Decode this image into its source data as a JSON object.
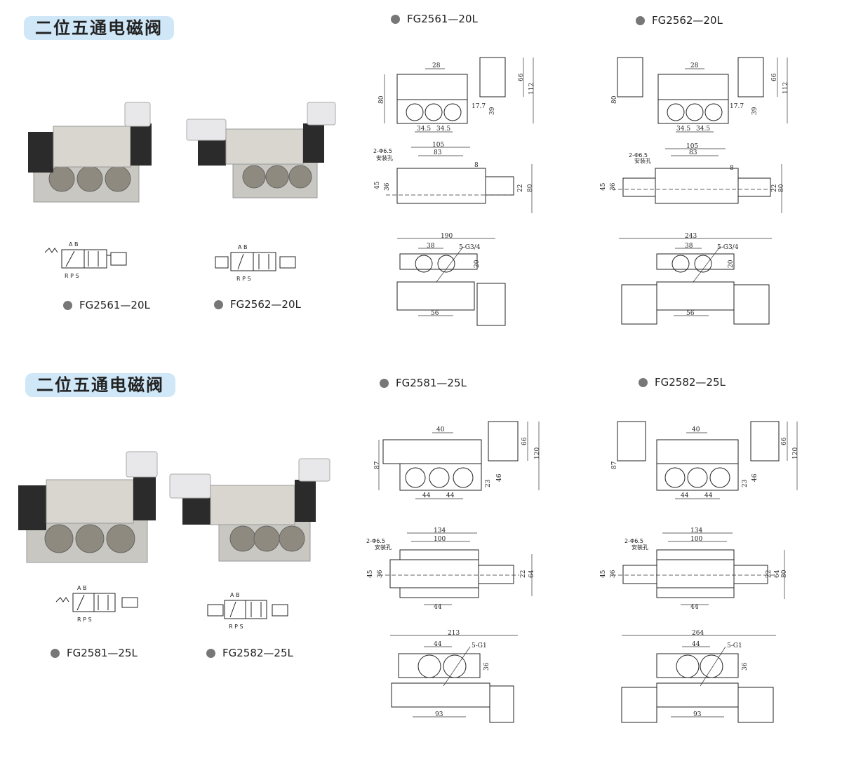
{
  "sections": [
    {
      "title": "二位五通电磁阀",
      "models": [
        {
          "code": "FG2561—20L",
          "symbol_top": "A  B",
          "symbol_bottom": "R P S"
        },
        {
          "code": "FG2562—20L",
          "symbol_top": "A  B",
          "symbol_bottom": "R P S"
        }
      ],
      "drawings": [
        {
          "code": "FG2561—20L",
          "front_dims": [
            "28",
            "80",
            "66",
            "112",
            "17.7",
            "39",
            "34.5",
            "34.5"
          ],
          "top_dims": [
            "2-Φ6.5",
            "安装孔",
            "105",
            "83",
            "8",
            "45",
            "36",
            "22",
            "80"
          ],
          "bottom_dims": [
            "190",
            "38",
            "5-G3/4",
            "20",
            "56"
          ]
        },
        {
          "code": "FG2562—20L",
          "front_dims": [
            "28",
            "80",
            "66",
            "112",
            "17.7",
            "39",
            "34.5",
            "34.5"
          ],
          "top_dims": [
            "2-Φ6.5",
            "安装孔",
            "105",
            "83",
            "8",
            "45",
            "36",
            "22",
            "80"
          ],
          "bottom_dims": [
            "243",
            "38",
            "5-G3/4",
            "20",
            "56"
          ]
        }
      ]
    },
    {
      "title": "二位五通电磁阀",
      "models": [
        {
          "code": "FG2581—25L",
          "symbol_top": "A  B",
          "symbol_bottom": "R P S"
        },
        {
          "code": "FG2582—25L",
          "symbol_top": "A  B",
          "symbol_bottom": "R P S"
        }
      ],
      "drawings": [
        {
          "code": "FG2581—25L",
          "front_dims": [
            "40",
            "87",
            "66",
            "120",
            "23",
            "46",
            "44",
            "44"
          ],
          "top_dims": [
            "2-Φ6.5",
            "安装孔",
            "134",
            "100",
            "45",
            "36",
            "22",
            "64",
            "44"
          ],
          "bottom_dims": [
            "213",
            "44",
            "5-G1",
            "36",
            "93"
          ]
        },
        {
          "code": "FG2582—25L",
          "front_dims": [
            "40",
            "87",
            "66",
            "120",
            "23",
            "46",
            "44",
            "44"
          ],
          "top_dims": [
            "2-Φ6.5",
            "安装孔",
            "134",
            "100",
            "45",
            "36",
            "22",
            "64",
            "80",
            "44"
          ],
          "bottom_dims": [
            "264",
            "44",
            "5-G1",
            "36",
            "93"
          ]
        }
      ]
    }
  ]
}
